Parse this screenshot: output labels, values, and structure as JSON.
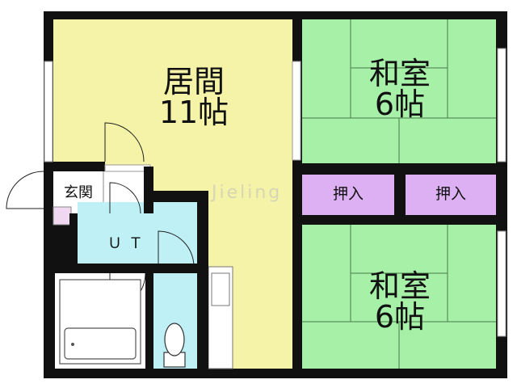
{
  "rooms": {
    "living": {
      "name": "居間",
      "size": "11帖"
    },
    "washitsu_top": {
      "name": "和室",
      "size": "6帖"
    },
    "washitsu_bottom": {
      "name": "和室",
      "size": "6帖"
    },
    "oshiire_left": {
      "name": "押入"
    },
    "oshiire_right": {
      "name": "押入"
    },
    "genkan": {
      "name": "玄関"
    },
    "unit_bath": {
      "name": "ＵＴ"
    }
  },
  "watermark": "Jieling",
  "colors": {
    "wall": "#111111",
    "living_floor": "#f5f3a8",
    "washitsu_floor": "#a6f0a8",
    "oshiire_floor": "#dcb0f2",
    "wet_floor": "#bff0f5",
    "line": "#4a7a4a"
  }
}
